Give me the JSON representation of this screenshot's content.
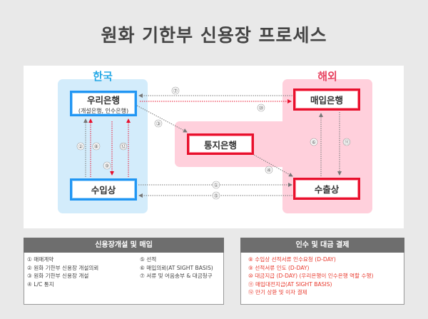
{
  "title": "원화 기한부 신용장 프로세스",
  "regions": {
    "korea": {
      "label": "한국",
      "color": "#27a9e6"
    },
    "overseas": {
      "label": "해외",
      "color": "#e7415f"
    }
  },
  "nodes": {
    "woori_bank": {
      "label": "우리은행",
      "sub": "(개설은행, 인수은행)"
    },
    "importer": {
      "label": "수입상"
    },
    "advising_bank": {
      "label": "통지은행"
    },
    "negotiating_bank": {
      "label": "매입은행"
    },
    "exporter": {
      "label": "수출상"
    }
  },
  "flows": [
    {
      "num": "①",
      "from": "importer",
      "to": "exporter",
      "style": "gray"
    },
    {
      "num": "②",
      "from": "importer",
      "to": "woori_bank",
      "style": "gray"
    },
    {
      "num": "③",
      "from": "woori_bank",
      "to": "advising_bank",
      "style": "gray"
    },
    {
      "num": "④",
      "from": "advising_bank",
      "to": "exporter",
      "style": "gray"
    },
    {
      "num": "⑤",
      "from": "exporter",
      "to": "importer",
      "style": "gray"
    },
    {
      "num": "⑥",
      "from": "exporter",
      "to": "negotiating_bank",
      "style": "gray"
    },
    {
      "num": "⑦",
      "from": "negotiating_bank",
      "to": "woori_bank",
      "style": "gray"
    },
    {
      "num": "⑧",
      "from": "importer",
      "to": "woori_bank",
      "style": "red"
    },
    {
      "num": "⑨",
      "from": "woori_bank",
      "to": "importer",
      "style": "red"
    },
    {
      "num": "⑩",
      "from": "woori_bank",
      "to": "negotiating_bank",
      "style": "red"
    },
    {
      "num": "⑪",
      "from": "negotiating_bank",
      "to": "exporter",
      "style": "gray"
    },
    {
      "num": "⑫",
      "from": "importer",
      "to": "woori_bank",
      "style": "red"
    }
  ],
  "panels": {
    "left": {
      "header": "신용장개설 및 매입",
      "col1": [
        "① 매매계약",
        "② 원화 기한부 신용장 개설의뢰",
        "③ 원화 기한부 신용장 개설",
        "④ L/C 통지"
      ],
      "col2": [
        "⑤ 선적",
        "⑥ 매입의뢰(AT SIGHT BASIS)",
        "⑦ 서류 및 어음송부 & 대금청구"
      ]
    },
    "right": {
      "header": "인수 및 대금 결제",
      "items": [
        "⑧ 수입상 선적서류 인수요청 (D-DAY)",
        "⑨ 선적서류 인도 (D-DAY)",
        "⑩ 대금지급 (D-DAY) (우리은행이 인수은행 역할 수행)",
        "⑪ 매입대전지급(AT SIGHT BASIS)",
        "⑫ 만기 상환 및 이자 결제"
      ]
    }
  },
  "colors": {
    "gray_arrow": "#777777",
    "red_arrow": "#e8112d",
    "blue_border": "#2196f3",
    "red_border": "#e8112d"
  }
}
